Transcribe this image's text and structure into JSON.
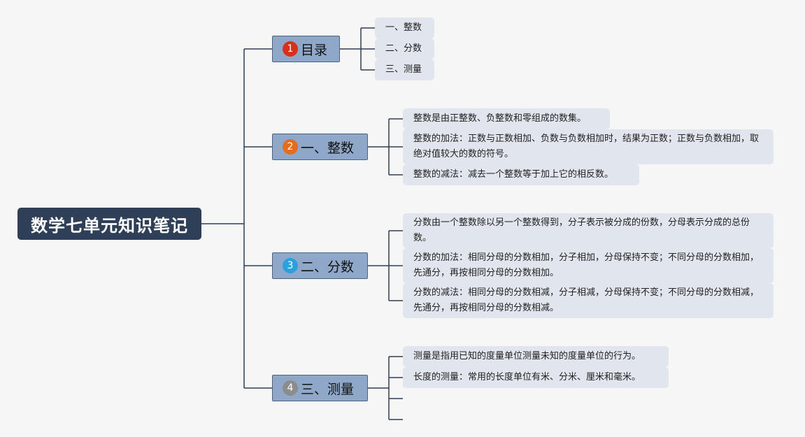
{
  "root": {
    "label": "数学七单元知识笔记"
  },
  "branches": [
    {
      "num": "1",
      "label": "目录",
      "badge_color": "#d8311b",
      "leaves": [
        "一、整数",
        "二、分数",
        "三、测量"
      ]
    },
    {
      "num": "2",
      "label": "一、整数",
      "badge_color": "#e56b1f",
      "leaves": [
        "整数是由正整数、负整数和零组成的数集。",
        "整数的加法：正数与正数相加、负数与负数相加时，结果为正数；正数与负数相加，取绝对值较大的数的符号。",
        "整数的减法：减去一个整数等于加上它的相反数。"
      ]
    },
    {
      "num": "3",
      "label": "二、分数",
      "badge_color": "#2ba0dc",
      "leaves": [
        "分数由一个整数除以另一个整数得到，分子表示被分成的份数，分母表示分成的总份数。",
        "分数的加法：相同分母的分数相加，分子相加，分母保持不变；不同分母的分数相加，先通分，再按相同分母的分数相加。",
        "分数的减法：相同分母的分数相减，分子相减，分母保持不变；不同分母的分数相减，先通分，再按相同分母的分数相减。"
      ]
    },
    {
      "num": "4",
      "label": "三、测量",
      "badge_color": "#8c8c8c",
      "leaves": [
        "测量是指用已知的度量单位测量未知的度量单位的行为。",
        "长度的测量：常用的长度单位有米、分米、厘米和毫米。"
      ]
    }
  ]
}
